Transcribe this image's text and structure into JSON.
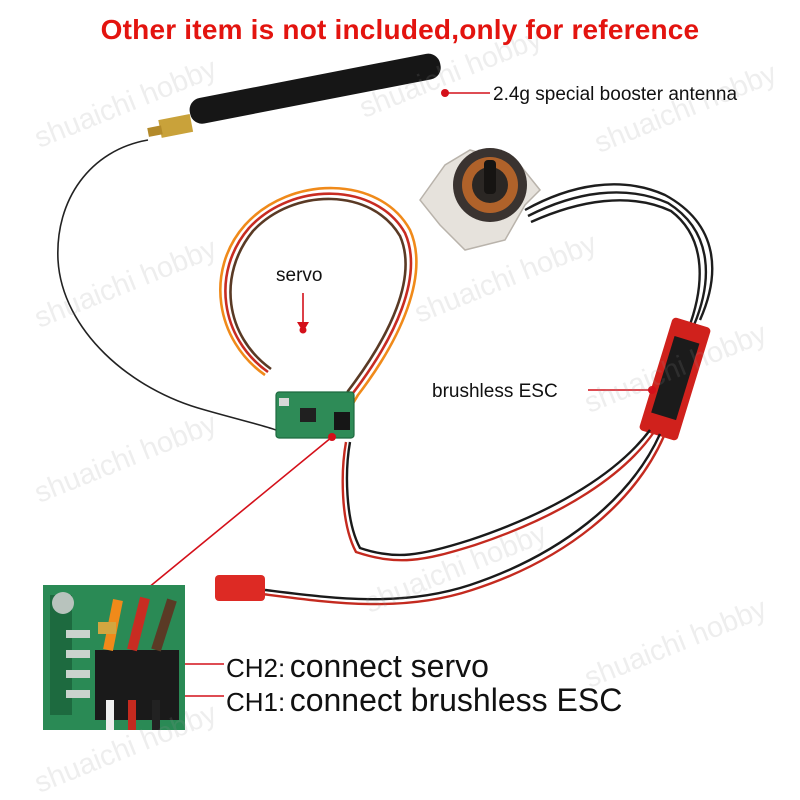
{
  "headline": "Other item is not included,only for reference",
  "labels": {
    "antenna": "2.4g special booster antenna",
    "servo": "servo",
    "esc": "brushless ESC"
  },
  "channels": [
    {
      "code": "CH2",
      "separator": ":",
      "desc": "connect servo"
    },
    {
      "code": "CH1",
      "separator": ":",
      "desc": "connect brushless ESC"
    }
  ],
  "watermark": "shuaichi hobby",
  "colors": {
    "headline": "#e3140f",
    "pointer": "#d4101a",
    "pcb": "#2e8b57",
    "esc_body": "#d0211c",
    "servo_wire_orange": "#f08a1a",
    "servo_wire_red": "#c82c22",
    "servo_wire_brown": "#5a3a25"
  }
}
